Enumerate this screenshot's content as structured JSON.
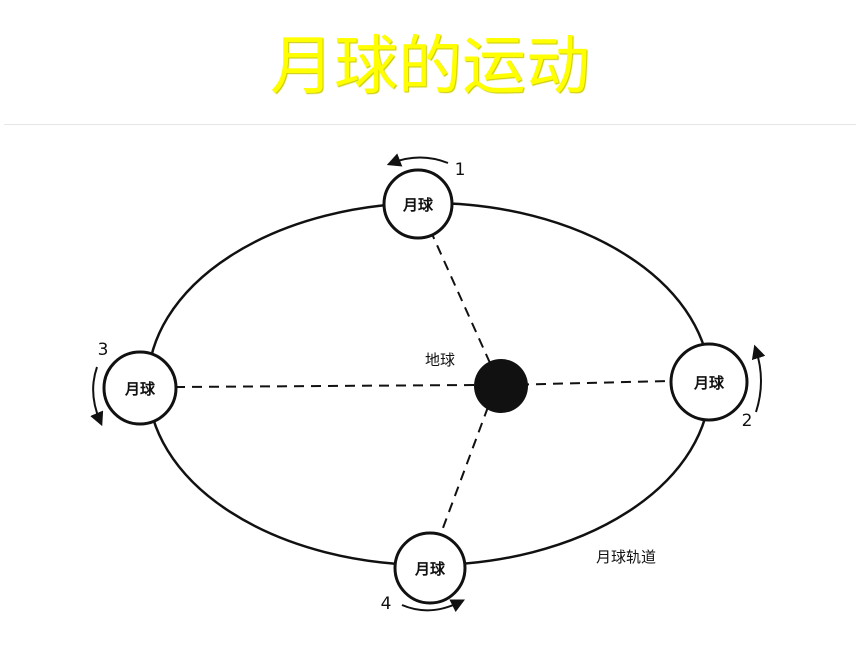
{
  "title": "月球的运动",
  "diagram": {
    "earth_label": "地球",
    "orbit_label": "月球轨道",
    "moons": [
      {
        "label": "月球",
        "number": "1"
      },
      {
        "label": "月球",
        "number": "2"
      },
      {
        "label": "月球",
        "number": "3"
      },
      {
        "label": "月球",
        "number": "4"
      }
    ]
  }
}
